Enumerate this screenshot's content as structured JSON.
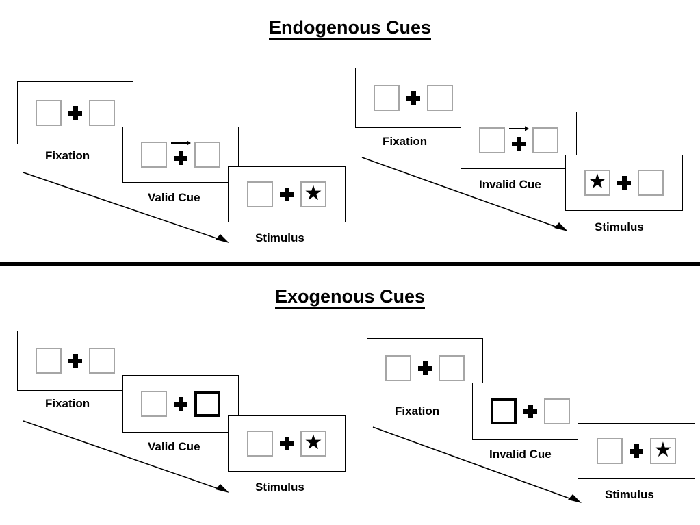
{
  "diagram": {
    "title_note": "Spatial cueing paradigm: endogenous vs exogenous attentional cues",
    "sections": [
      {
        "id": "endogenous",
        "title": "Endogenous Cues",
        "columns": [
          {
            "id": "endogenous-valid",
            "panels": [
              {
                "stage_label": "Fixation",
                "left_box": {
                  "cued": false,
                  "target": "none"
                },
                "center": {
                  "fixation_cross": true,
                  "arrow": "none"
                },
                "right_box": {
                  "cued": false,
                  "target": "none"
                }
              },
              {
                "stage_label": "Valid Cue",
                "left_box": {
                  "cued": false,
                  "target": "none"
                },
                "center": {
                  "fixation_cross": true,
                  "arrow": "right"
                },
                "right_box": {
                  "cued": false,
                  "target": "none"
                }
              },
              {
                "stage_label": "Stimulus",
                "left_box": {
                  "cued": false,
                  "target": "none"
                },
                "center": {
                  "fixation_cross": true,
                  "arrow": "none"
                },
                "right_box": {
                  "cued": false,
                  "target": "star"
                }
              }
            ],
            "flow_arrow": "down-right"
          },
          {
            "id": "endogenous-invalid",
            "panels": [
              {
                "stage_label": "Fixation",
                "left_box": {
                  "cued": false,
                  "target": "none"
                },
                "center": {
                  "fixation_cross": true,
                  "arrow": "none"
                },
                "right_box": {
                  "cued": false,
                  "target": "none"
                }
              },
              {
                "stage_label": "Invalid Cue",
                "left_box": {
                  "cued": false,
                  "target": "none"
                },
                "center": {
                  "fixation_cross": true,
                  "arrow": "right"
                },
                "right_box": {
                  "cued": false,
                  "target": "none"
                }
              },
              {
                "stage_label": "Stimulus",
                "left_box": {
                  "cued": false,
                  "target": "star"
                },
                "center": {
                  "fixation_cross": true,
                  "arrow": "none"
                },
                "right_box": {
                  "cued": false,
                  "target": "none"
                }
              }
            ],
            "flow_arrow": "down-right"
          }
        ]
      },
      {
        "id": "exogenous",
        "title": "Exogenous Cues",
        "columns": [
          {
            "id": "exogenous-valid",
            "panels": [
              {
                "stage_label": "Fixation",
                "left_box": {
                  "cued": false,
                  "target": "none"
                },
                "center": {
                  "fixation_cross": true,
                  "arrow": "none"
                },
                "right_box": {
                  "cued": false,
                  "target": "none"
                }
              },
              {
                "stage_label": "Valid Cue",
                "left_box": {
                  "cued": false,
                  "target": "none"
                },
                "center": {
                  "fixation_cross": true,
                  "arrow": "none"
                },
                "right_box": {
                  "cued": true,
                  "target": "none"
                }
              },
              {
                "stage_label": "Stimulus",
                "left_box": {
                  "cued": false,
                  "target": "none"
                },
                "center": {
                  "fixation_cross": true,
                  "arrow": "none"
                },
                "right_box": {
                  "cued": false,
                  "target": "star"
                }
              }
            ],
            "flow_arrow": "down-right"
          },
          {
            "id": "exogenous-invalid",
            "panels": [
              {
                "stage_label": "Fixation",
                "left_box": {
                  "cued": false,
                  "target": "none"
                },
                "center": {
                  "fixation_cross": true,
                  "arrow": "none"
                },
                "right_box": {
                  "cued": false,
                  "target": "none"
                }
              },
              {
                "stage_label": "Invalid Cue",
                "left_box": {
                  "cued": true,
                  "target": "none"
                },
                "center": {
                  "fixation_cross": true,
                  "arrow": "none"
                },
                "right_box": {
                  "cued": false,
                  "target": "none"
                }
              },
              {
                "stage_label": "Stimulus",
                "left_box": {
                  "cued": false,
                  "target": "none"
                },
                "center": {
                  "fixation_cross": true,
                  "arrow": "none"
                },
                "right_box": {
                  "cued": false,
                  "target": "star"
                }
              }
            ],
            "flow_arrow": "down-right"
          }
        ]
      }
    ],
    "glyphs": {
      "star": "★",
      "fixation_cross": "plus-sign",
      "cue_arrow": "arrow-right"
    },
    "colors": {
      "background": "#ffffff",
      "panel_border": "#000000",
      "box_border": "#a6a6a6",
      "cued_box_border": "#000000",
      "ink": "#000000",
      "divider": "#000000"
    }
  }
}
